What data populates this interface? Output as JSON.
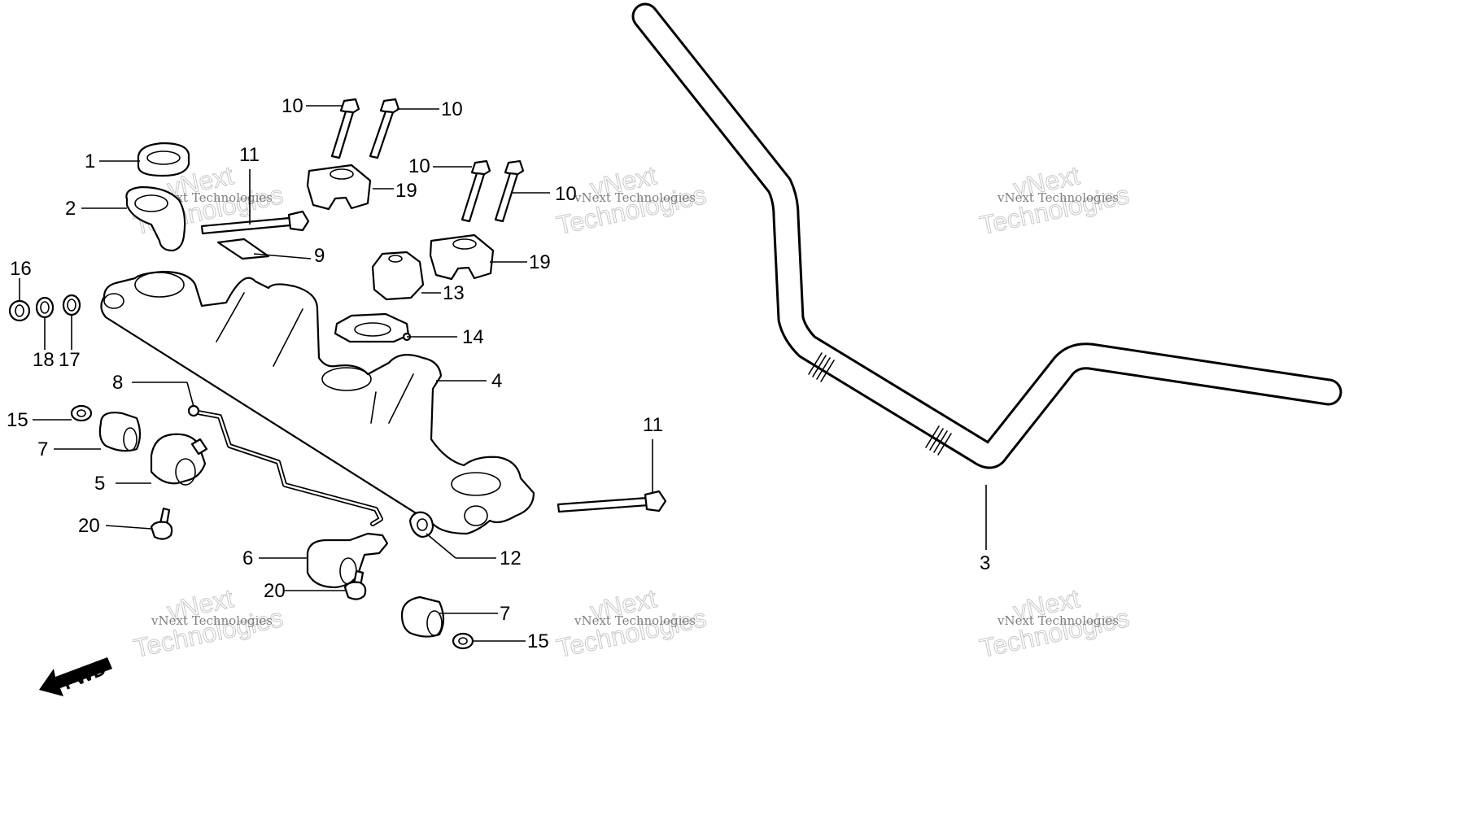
{
  "callouts": [
    "1",
    "2",
    "3",
    "4",
    "5",
    "6",
    "7",
    "8",
    "9",
    "10",
    "11",
    "12",
    "13",
    "14",
    "15",
    "16",
    "17",
    "18",
    "19",
    "20"
  ],
  "fwd_label": "FWD",
  "watermark": {
    "brand": "vNext",
    "full": "vNext Technologies",
    "line2": "Technologies"
  },
  "colors": {
    "ink": "#000000",
    "paper": "#ffffff",
    "watermark": "#9a9a9a"
  }
}
